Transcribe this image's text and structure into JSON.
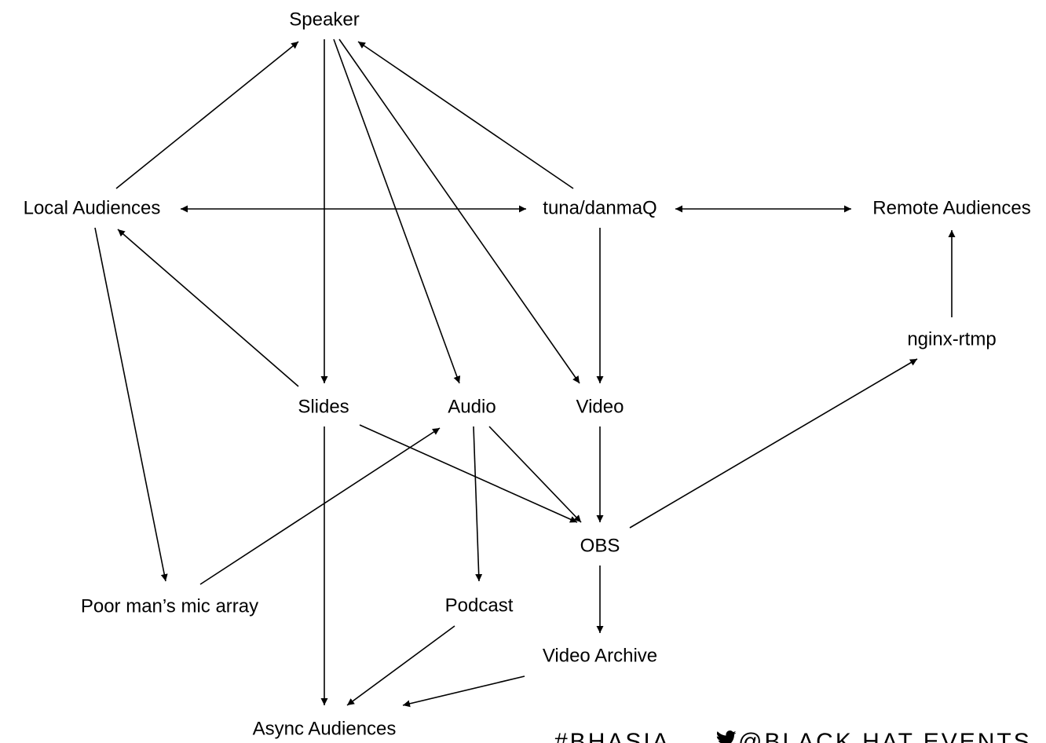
{
  "nodes": [
    {
      "id": "speaker",
      "label": "Speaker"
    },
    {
      "id": "local",
      "label": "Local Audiences"
    },
    {
      "id": "tuna",
      "label": "tuna/danmaQ"
    },
    {
      "id": "remote",
      "label": "Remote Audiences"
    },
    {
      "id": "nginx",
      "label": "nginx-rtmp"
    },
    {
      "id": "slides",
      "label": "Slides"
    },
    {
      "id": "audio",
      "label": "Audio"
    },
    {
      "id": "video",
      "label": "Video"
    },
    {
      "id": "obs",
      "label": "OBS"
    },
    {
      "id": "mic",
      "label": "Poor man’s mic array"
    },
    {
      "id": "podcast",
      "label": "Podcast"
    },
    {
      "id": "archive",
      "label": "Video Archive"
    },
    {
      "id": "async",
      "label": "Async Audiences"
    }
  ],
  "edges": [
    {
      "from": "local",
      "to": "speaker",
      "bidirectional": false
    },
    {
      "from": "speaker",
      "to": "slides",
      "bidirectional": false
    },
    {
      "from": "speaker",
      "to": "audio",
      "bidirectional": false
    },
    {
      "from": "speaker",
      "to": "video",
      "bidirectional": false
    },
    {
      "from": "tuna",
      "to": "speaker",
      "bidirectional": false
    },
    {
      "from": "local",
      "to": "tuna",
      "bidirectional": true
    },
    {
      "from": "tuna",
      "to": "remote",
      "bidirectional": true
    },
    {
      "from": "tuna",
      "to": "video",
      "bidirectional": false
    },
    {
      "from": "nginx",
      "to": "remote",
      "bidirectional": false
    },
    {
      "from": "slides",
      "to": "local",
      "bidirectional": false
    },
    {
      "from": "local",
      "to": "mic",
      "bidirectional": false
    },
    {
      "from": "mic",
      "to": "audio",
      "bidirectional": false
    },
    {
      "from": "slides",
      "to": "obs",
      "bidirectional": false
    },
    {
      "from": "audio",
      "to": "obs",
      "bidirectional": false
    },
    {
      "from": "audio",
      "to": "podcast",
      "bidirectional": false
    },
    {
      "from": "video",
      "to": "obs",
      "bidirectional": false
    },
    {
      "from": "obs",
      "to": "nginx",
      "bidirectional": false
    },
    {
      "from": "obs",
      "to": "archive",
      "bidirectional": false
    },
    {
      "from": "slides",
      "to": "async",
      "bidirectional": false
    },
    {
      "from": "podcast",
      "to": "async",
      "bidirectional": false
    },
    {
      "from": "archive",
      "to": "async",
      "bidirectional": false
    }
  ],
  "footer": {
    "hashtag": "#BHASIA",
    "twitter_icon": "twitter-bird-icon",
    "handle": "@BLACK HAT EVENTS"
  }
}
